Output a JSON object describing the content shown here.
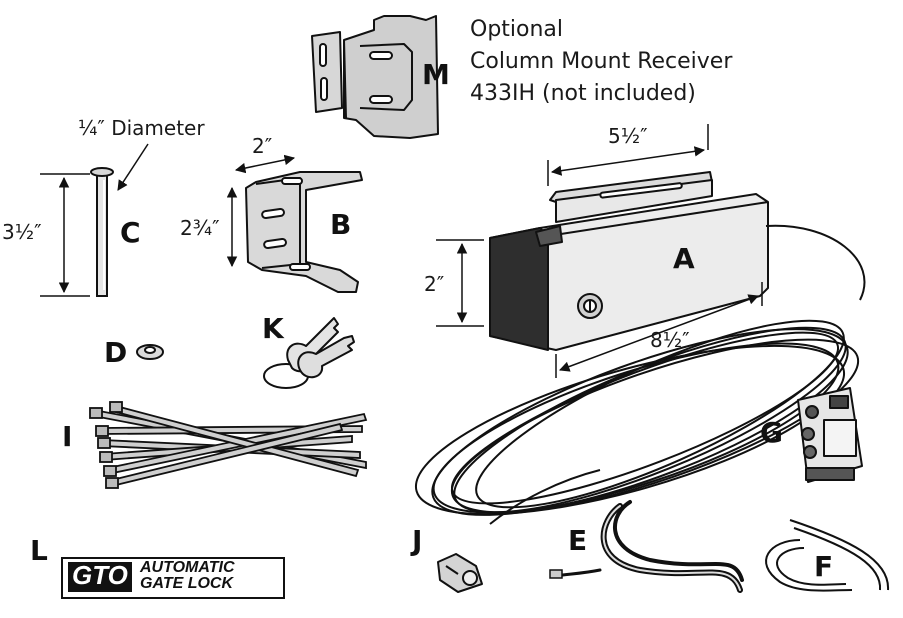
{
  "labels": {
    "a": "A",
    "b": "B",
    "c": "C",
    "d": "D",
    "e": "E",
    "f": "F",
    "g": "G",
    "i": "I",
    "j": "J",
    "k": "K",
    "l": "L",
    "m": "M"
  },
  "optional_note": {
    "line1": "Optional",
    "line2": "Column Mount Receiver",
    "line3": "433IH  (not included)"
  },
  "dimensions": {
    "pin_diameter": "¼″ Diameter",
    "pin_length": "3½″",
    "bracket_width": "2″",
    "bracket_height": "2¾″",
    "lock_top_length": "5½″",
    "lock_height": "2″",
    "lock_length": "8½″"
  },
  "brand": {
    "logo": "GTO",
    "line1": "AUTOMATIC",
    "line2": "GATE LOCK"
  }
}
